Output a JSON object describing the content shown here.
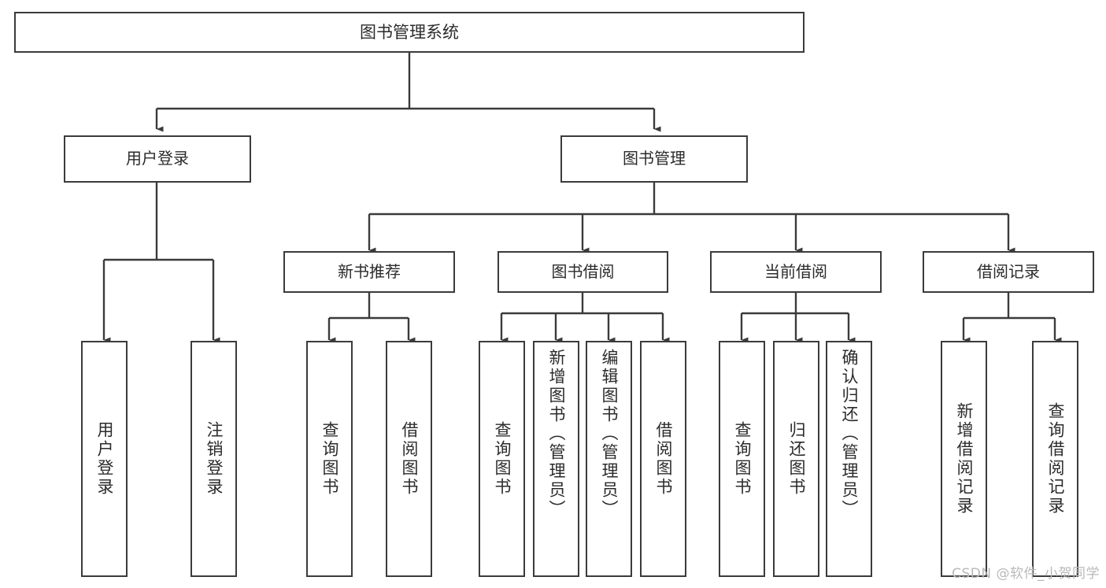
{
  "diagram": {
    "title": "图书管理系统",
    "watermark": "CSDN @软件_小贺同学",
    "stroke_color": "#3b3b3b",
    "text_color": "#2b2b2b",
    "background_color": "#ffffff",
    "watermark_color": "#b9b9b9"
  },
  "nodes": {
    "root": {
      "label": "图书管理系统"
    },
    "level1": [
      {
        "id": "user-login",
        "label": "用户登录"
      },
      {
        "id": "book-management",
        "label": "图书管理"
      }
    ],
    "level2": [
      {
        "id": "new-book-recommend",
        "label": "新书推荐"
      },
      {
        "id": "book-borrow",
        "label": "图书借阅"
      },
      {
        "id": "current-borrow",
        "label": "当前借阅"
      },
      {
        "id": "borrow-record",
        "label": "借阅记录"
      }
    ],
    "leaves": [
      {
        "id": "leaf-user-login",
        "label": "用户登录"
      },
      {
        "id": "leaf-logout-login",
        "label": "注销登录"
      },
      {
        "id": "leaf-query-book-1",
        "label": "查询图书"
      },
      {
        "id": "leaf-borrow-book-1",
        "label": "借阅图书"
      },
      {
        "id": "leaf-query-book-2",
        "label": "查询图书"
      },
      {
        "id": "leaf-add-book-admin",
        "label": "新增图书（管理员）"
      },
      {
        "id": "leaf-edit-book-admin",
        "label": "编辑图书（管理员）"
      },
      {
        "id": "leaf-borrow-book-2",
        "label": "借阅图书"
      },
      {
        "id": "leaf-query-book-3",
        "label": "查询图书"
      },
      {
        "id": "leaf-return-book",
        "label": "归还图书"
      },
      {
        "id": "leaf-confirm-return-admin",
        "label": "确认归还（管理员）"
      },
      {
        "id": "leaf-add-borrow-record",
        "label": "新增借阅记录"
      },
      {
        "id": "leaf-query-borrow-record",
        "label": "查询借阅记录"
      }
    ]
  },
  "hierarchy": {
    "图书管理系统": [
      "用户登录",
      "图书管理"
    ],
    "用户登录": [
      "用户登录",
      "注销登录"
    ],
    "图书管理": [
      "新书推荐",
      "图书借阅",
      "当前借阅",
      "借阅记录"
    ],
    "新书推荐": [
      "查询图书",
      "借阅图书"
    ],
    "图书借阅": [
      "查询图书",
      "新增图书（管理员）",
      "编辑图书（管理员）",
      "借阅图书"
    ],
    "当前借阅": [
      "查询图书",
      "归还图书",
      "确认归还（管理员）"
    ],
    "借阅记录": [
      "新增借阅记录",
      "查询借阅记录"
    ]
  }
}
